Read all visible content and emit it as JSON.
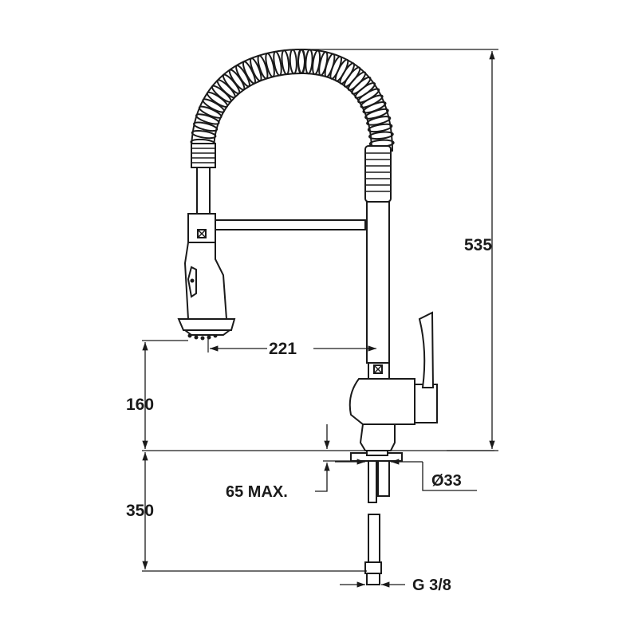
{
  "diagram": {
    "subject": "pull-down spring kitchen faucet dimension drawing",
    "line_color": "#1a1a1a",
    "background": "#ffffff",
    "dimensions": {
      "total_height": "535",
      "spout_reach": "221",
      "spout_outlet_height": "160",
      "hose_length": "350",
      "max_counter_thickness": "65 MAX.",
      "mounting_hole": "Ø33",
      "connection_thread": "G 3/8"
    }
  }
}
